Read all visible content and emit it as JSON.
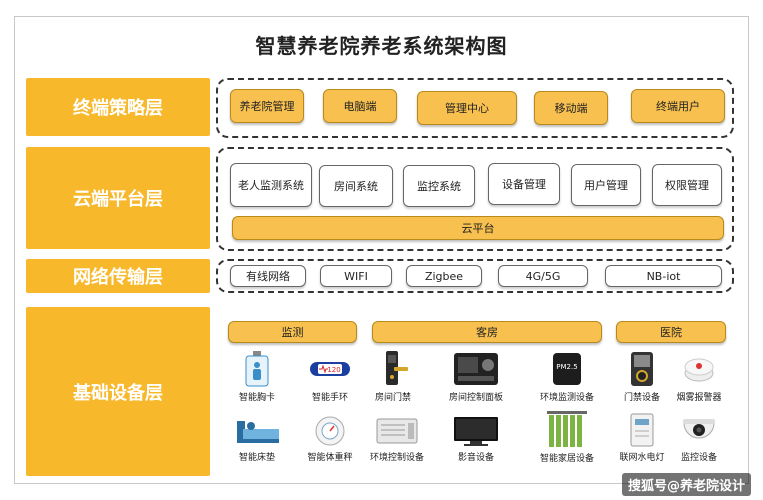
{
  "title": "智慧养老院养老系统架构图",
  "layers": {
    "terminal": {
      "label": "终端策略层",
      "items": [
        "养老院管理",
        "电脑端",
        "管理中心",
        "移动端",
        "终端用户"
      ]
    },
    "cloud": {
      "label": "云端平台层",
      "items": [
        "老人监测系统",
        "房间系统",
        "监控系统",
        "设备管理",
        "用户管理",
        "权限管理"
      ],
      "base": "云平台"
    },
    "network": {
      "label": "网络传输层",
      "items": [
        "有线网络",
        "WIFI",
        "Zigbee",
        "4G/5G",
        "NB-iot"
      ]
    },
    "device": {
      "label": "基础设备层",
      "groups": [
        "监测",
        "客房",
        "医院"
      ],
      "row1": [
        "智能胸卡",
        "智能手环",
        "房间门禁",
        "房间控制面板",
        "环境监测设备",
        "门禁设备",
        "烟雾报警器"
      ],
      "row2": [
        "智能床垫",
        "智能体重秤",
        "环境控制设备",
        "影音设备",
        "智能家居设备",
        "联网水电灯",
        "监控设备"
      ],
      "band_text": "120",
      "pm_text": "PM2.5"
    }
  },
  "watermark": "搜狐号@养老院设计",
  "colors": {
    "accent": "#f7b82c",
    "pill": "#f7c04f"
  }
}
